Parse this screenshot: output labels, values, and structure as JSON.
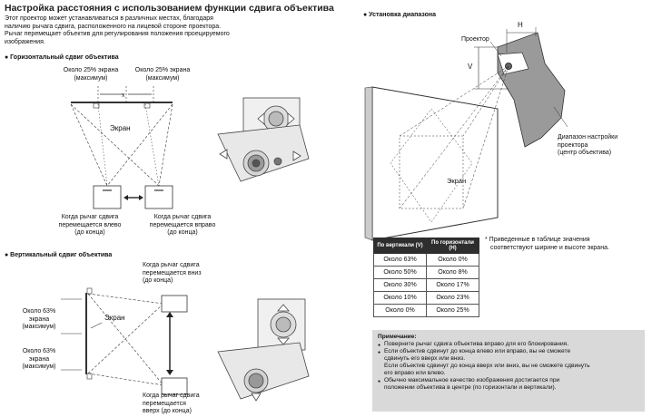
{
  "title": "Настройка расстояния с использованием функции сдвига объектива",
  "intro": [
    "Этот проектор может устанавливаться в различных местах, благодаря",
    "наличию рычага сдвига, расположенного на лицевой стороне проектора.",
    "Рычаг перемещает объектив для регулирования положения проецируемого",
    "изображения."
  ],
  "horizontal": {
    "heading": "● Горизонтальный сдвиг объектива",
    "left_pct": [
      "Около 25% экрана",
      "(максимум)"
    ],
    "right_pct": [
      "Около 25% экрана",
      "(максимум)"
    ],
    "screen": "Экран",
    "caption_left": [
      "Когда рычаг сдвига",
      "перемещается влево",
      "(до конца)"
    ],
    "caption_right": [
      "Когда рычаг сдвига",
      "перемещается вправо",
      "(до конца)"
    ]
  },
  "vertical": {
    "heading": "● Вертикальный сдвиг объектива",
    "caption_top": [
      "Когда рычаг сдвига",
      "перемещается вниз",
      "(до конца)"
    ],
    "pct_top": [
      "Около 63%",
      "экрана",
      "(максимум)"
    ],
    "pct_bottom": [
      "Около 63%",
      "экрана",
      "(максимум)"
    ],
    "screen": "Экран",
    "caption_bottom": [
      "Когда рычаг сдвига",
      "перемещается",
      "вверх (до конца)"
    ]
  },
  "range": {
    "heading": "● Установка диапазона",
    "projector": "Проектор",
    "h": "H",
    "v": "V",
    "area": [
      "Диапазон настройки",
      "проектора",
      "(центр объектива)"
    ],
    "screen": "Экран"
  },
  "table": {
    "headers": [
      "По вертикали (V)",
      "По горизонтали (H)"
    ],
    "rows": [
      [
        "Около 63%",
        "Около 0%"
      ],
      [
        "Около 50%",
        "Около 8%"
      ],
      [
        "Около 30%",
        "Около 17%"
      ],
      [
        "Около 10%",
        "Около 23%"
      ],
      [
        "Около 0%",
        "Около 25%"
      ]
    ]
  },
  "footnote": [
    "* Приведенные в таблице значения",
    "соответствуют ширине и высоте экрана."
  ],
  "note": {
    "heading": "Примечание:",
    "items": [
      [
        "Поверните рычаг сдвига объектива вправо для его блокирования."
      ],
      [
        "Если объектив сдвинут до конца влево или вправо, вы не сможете",
        "сдвинуть его вверх или вниз.",
        "Если объектив сдвинут до конца вверх или вниз, вы не сможете сдвинуть",
        "его вправо или влево."
      ],
      [
        "Обычно максимальное качество изображения достигается при",
        "положении объектива в центре (по горизонтали и вертикали)."
      ]
    ]
  }
}
